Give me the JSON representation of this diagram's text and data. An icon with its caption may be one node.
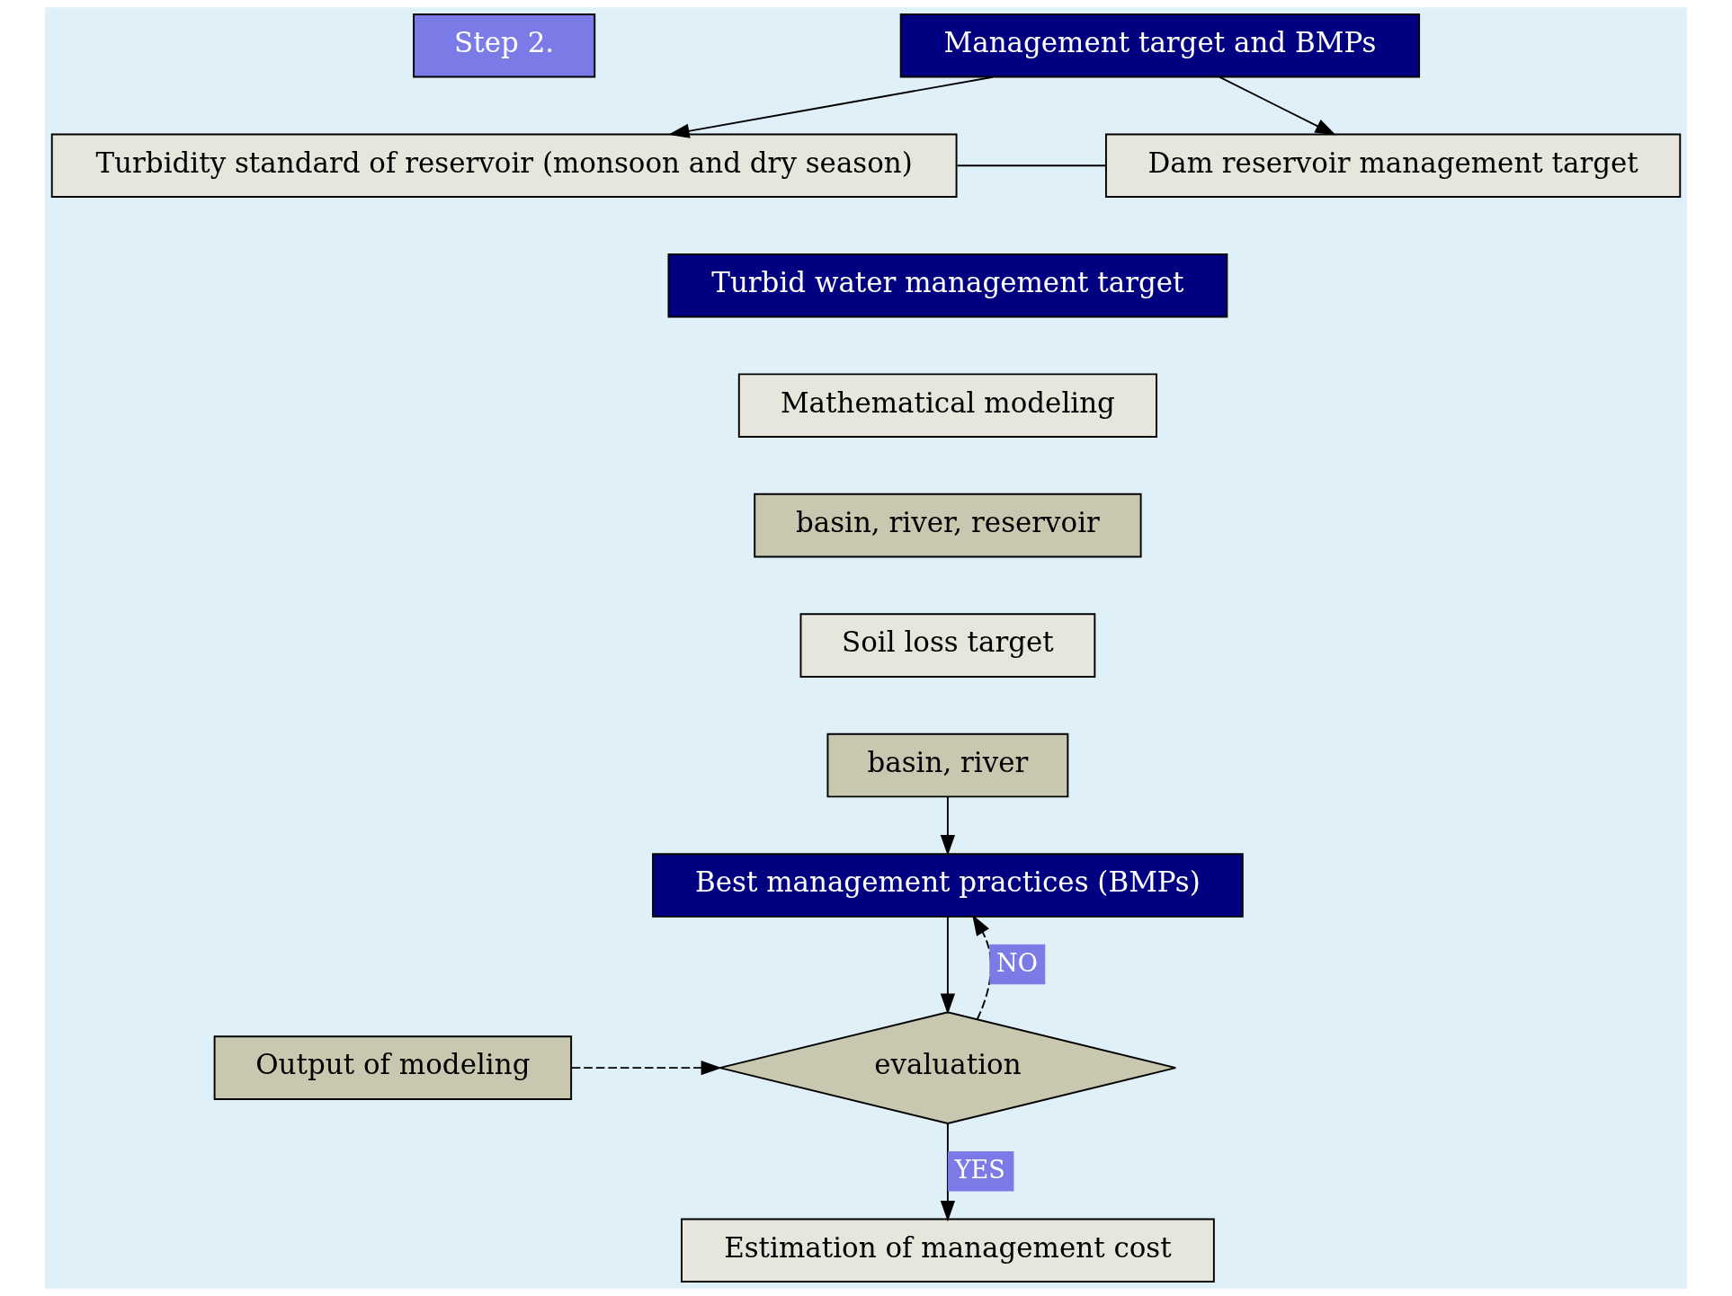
{
  "diagram": {
    "nodes": [
      {
        "text": [
          "Management target and BMPs"
        ]
      },
      {
        "text": [
          "Turbidity standard of reservoir (monsoon and dry season)"
        ]
      },
      {
        "text": [
          "Dam reservoir management target"
        ]
      },
      {
        "text": [
          "Turbid water management target"
        ]
      },
      {
        "text": [
          "Mathematical modeling"
        ]
      },
      {
        "text": [
          "basin, river, reservoir"
        ]
      },
      {
        "text": [
          "Soil loss target"
        ]
      },
      {
        "text": [
          "basin, river"
        ]
      },
      {
        "text": [
          "Best management practices (BMPs)"
        ]
      },
      {
        "text": [
          "evaluation"
        ]
      },
      {
        "text": [
          "Output of modeling"
        ]
      },
      {
        "text": [
          "Estimation of management cost"
        ]
      },
      {
        "text": [
          "Step 2."
        ]
      }
    ],
    "edges": [
      {
        "from": 0,
        "to": 1,
        "arrow": "to"
      },
      {
        "from": 0,
        "to": 2,
        "arrow": "to"
      },
      {
        "from": 1,
        "to": 2,
        "arrow": "none"
      },
      {
        "from": 7,
        "to": 8,
        "arrow": "to"
      },
      {
        "from": 8,
        "to": 9,
        "arrow": "to"
      },
      {
        "from": 9,
        "to": 8,
        "arrow": "to",
        "style": "dashed",
        "label": "NO"
      },
      {
        "from": 10,
        "to": 9,
        "arrow": "to",
        "style": "dashed"
      },
      {
        "from": 9,
        "to": 11,
        "arrow": "to",
        "label": "YES"
      }
    ]
  }
}
